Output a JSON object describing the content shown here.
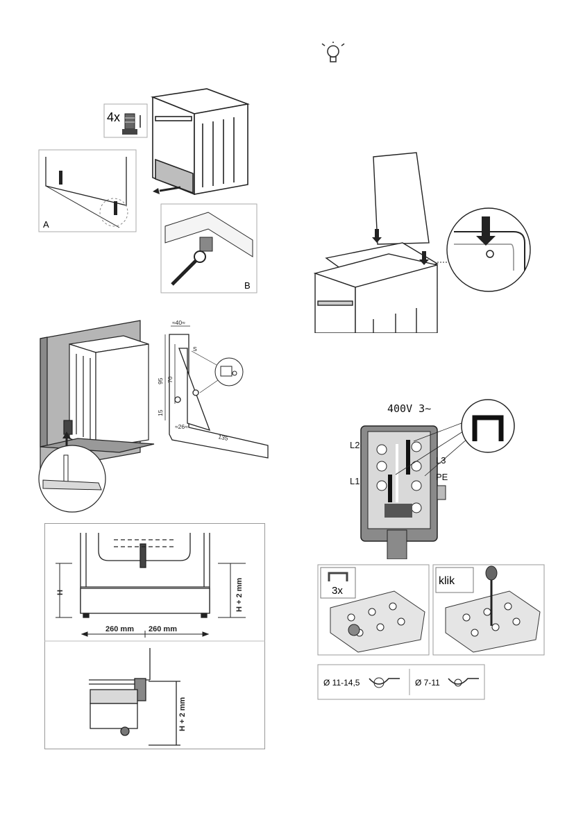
{
  "leveling": {
    "count_label": "4x",
    "label_a": "A",
    "label_b": "B"
  },
  "bracket": {
    "dim_width": "≈40≈",
    "dim_95": "95",
    "dim_70": "70",
    "dim_15": "15",
    "dim_26": "≈26≈",
    "dim_135": "135",
    "dim_s": "S"
  },
  "height": {
    "h_label": "H",
    "h2_label": "H + 2 mm",
    "left_mm": "260 mm",
    "right_mm": "260 mm",
    "h2_bottom_label": "H + 2 mm"
  },
  "wiring": {
    "voltage": "400V 3∼",
    "l1": "L1",
    "l2": "L2",
    "l3": "L3",
    "pe": "PE"
  },
  "clamp": {
    "bridge_count": "3x",
    "klik": "klik",
    "dia_large": "Ø 11-14,5",
    "dia_small": "Ø 7-11"
  },
  "colors": {
    "line": "#222222",
    "panel_gray": "#8a8a8a",
    "light_gray": "#d9d9d9",
    "wall_gray": "#b5b5b5"
  }
}
